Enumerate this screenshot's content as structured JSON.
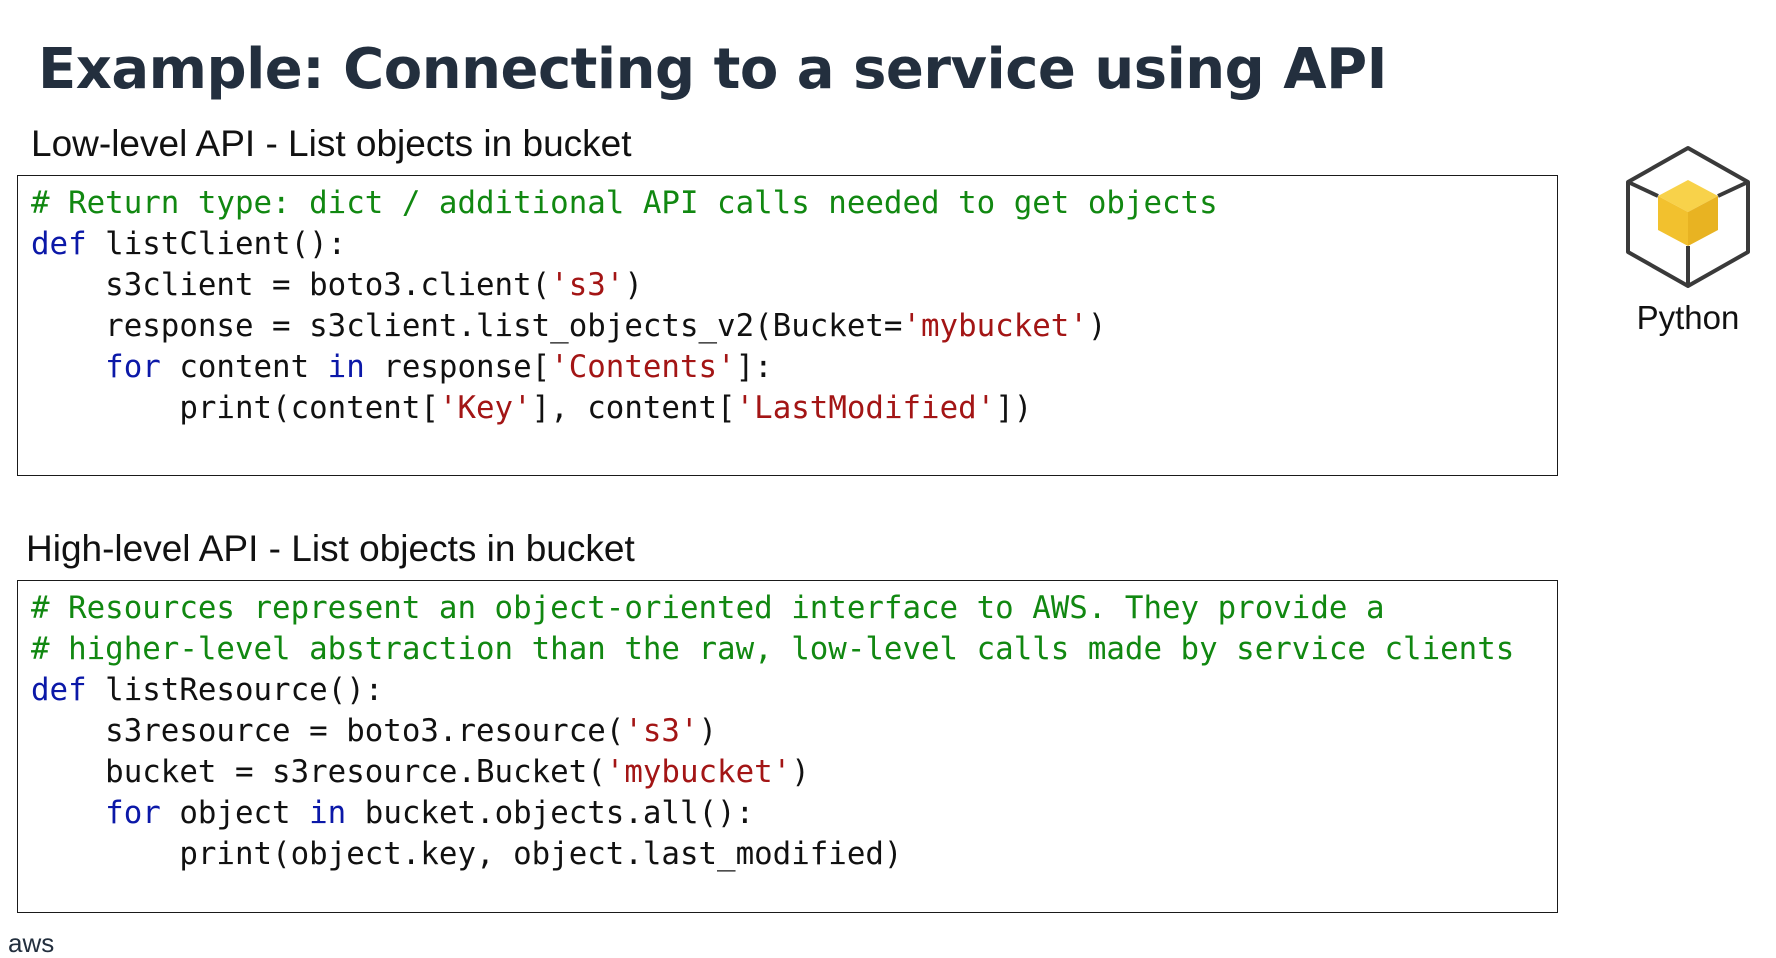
{
  "slide": {
    "title": "Example: Connecting to a service using API"
  },
  "low_level": {
    "heading": "Low-level API - List objects in bucket",
    "code_lines": [
      [
        {
          "t": "# Return type: dict / additional API calls needed to get objects",
          "k": "comment"
        }
      ],
      [
        {
          "t": "def",
          "k": "kw"
        },
        {
          "t": " listClient():",
          "k": "plain"
        }
      ],
      [
        {
          "t": "    s3client = boto3.client(",
          "k": "plain"
        },
        {
          "t": "'s3'",
          "k": "str"
        },
        {
          "t": ")",
          "k": "plain"
        }
      ],
      [
        {
          "t": "    response = s3client.list_objects_v2(Bucket=",
          "k": "plain"
        },
        {
          "t": "'mybucket'",
          "k": "str"
        },
        {
          "t": ")",
          "k": "plain"
        }
      ],
      [
        {
          "t": "    ",
          "k": "plain"
        },
        {
          "t": "for",
          "k": "kw"
        },
        {
          "t": " content ",
          "k": "plain"
        },
        {
          "t": "in",
          "k": "kw"
        },
        {
          "t": " response[",
          "k": "plain"
        },
        {
          "t": "'Contents'",
          "k": "str"
        },
        {
          "t": "]:",
          "k": "plain"
        }
      ],
      [
        {
          "t": "        print(content[",
          "k": "plain"
        },
        {
          "t": "'Key'",
          "k": "str"
        },
        {
          "t": "], content[",
          "k": "plain"
        },
        {
          "t": "'LastModified'",
          "k": "str"
        },
        {
          "t": "])",
          "k": "plain"
        }
      ]
    ]
  },
  "high_level": {
    "heading": "High-level API - List objects in bucket",
    "code_lines": [
      [
        {
          "t": "# Resources represent an object-oriented interface to AWS. They provide a",
          "k": "comment"
        }
      ],
      [
        {
          "t": "# higher-level abstraction than the raw, low-level calls made by service clients",
          "k": "comment"
        }
      ],
      [
        {
          "t": "def",
          "k": "kw"
        },
        {
          "t": " listResource():",
          "k": "plain"
        }
      ],
      [
        {
          "t": "    s3resource = boto3.resource(",
          "k": "plain"
        },
        {
          "t": "'s3'",
          "k": "str"
        },
        {
          "t": ")",
          "k": "plain"
        }
      ],
      [
        {
          "t": "    bucket = s3resource.Bucket(",
          "k": "plain"
        },
        {
          "t": "'mybucket'",
          "k": "str"
        },
        {
          "t": ")",
          "k": "plain"
        }
      ],
      [
        {
          "t": "    ",
          "k": "plain"
        },
        {
          "t": "for",
          "k": "kw"
        },
        {
          "t": " object ",
          "k": "plain"
        },
        {
          "t": "in",
          "k": "kw"
        },
        {
          "t": " bucket.objects.all():",
          "k": "plain"
        }
      ],
      [
        {
          "t": "        print(object.key, object.last_modified)",
          "k": "plain"
        }
      ]
    ]
  },
  "sidebar": {
    "icon": "python-cube-icon",
    "label": "Python"
  },
  "footer": {
    "logo_text": "aws"
  },
  "colors": {
    "title": "#232f3e",
    "comment": "#118811",
    "keyword": "#0b18a8",
    "string": "#a31515",
    "cube_fill": "#f5c536",
    "cube_outline": "#3a3a3a"
  }
}
